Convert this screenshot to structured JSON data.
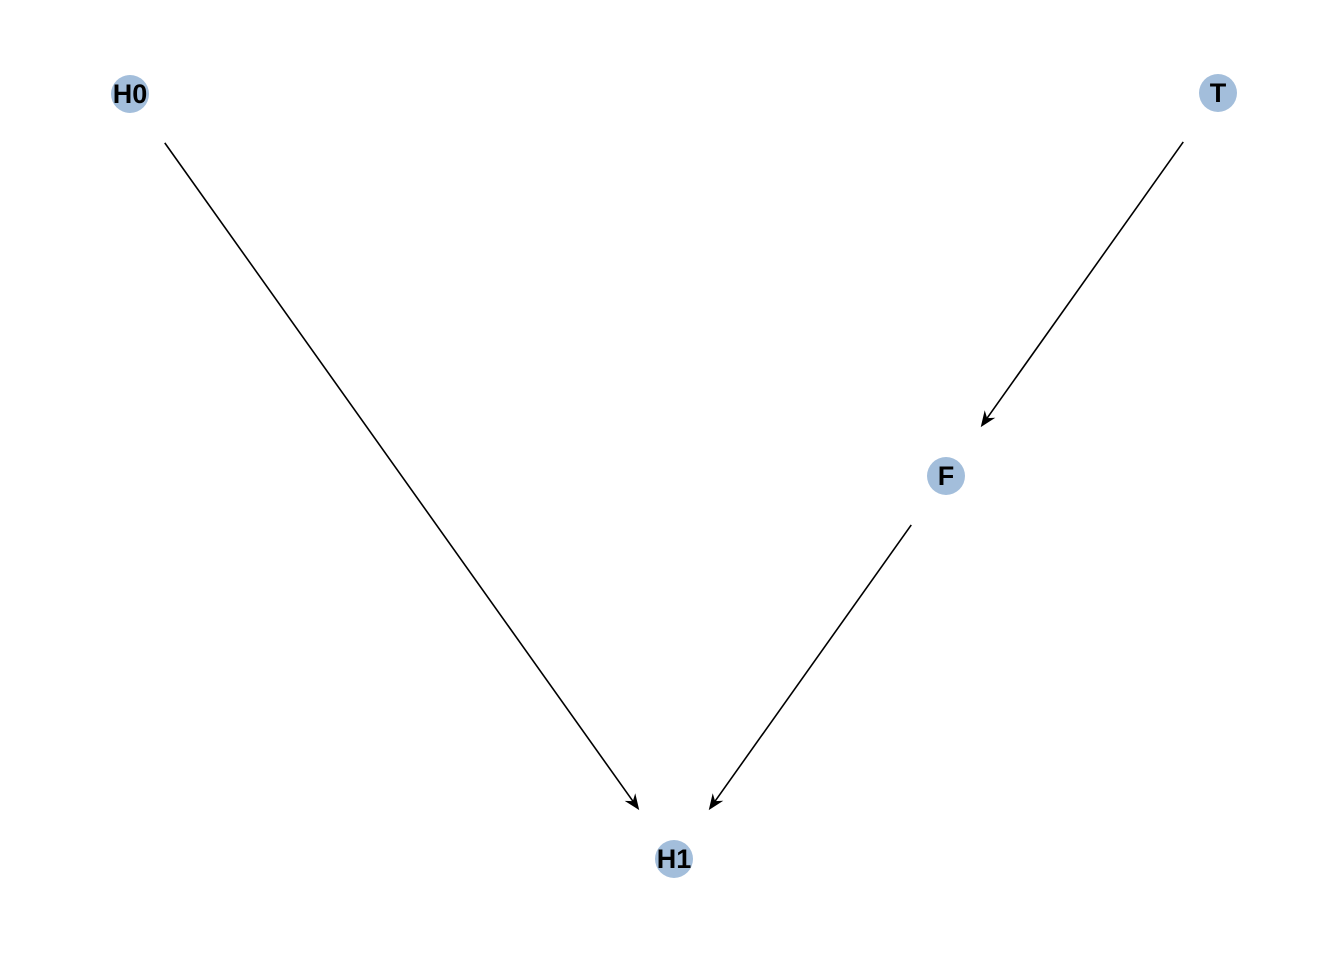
{
  "diagram": {
    "type": "directed-acyclic-graph",
    "node_fill": "#a3bedb",
    "node_label_color": "#000000",
    "edge_color": "#000000",
    "nodes": [
      {
        "id": "H0",
        "label": "H0"
      },
      {
        "id": "T",
        "label": "T"
      },
      {
        "id": "F",
        "label": "F"
      },
      {
        "id": "H1",
        "label": "H1"
      }
    ],
    "edges": [
      {
        "from": "H0",
        "to": "H1"
      },
      {
        "from": "T",
        "to": "F"
      },
      {
        "from": "F",
        "to": "H1"
      }
    ]
  }
}
